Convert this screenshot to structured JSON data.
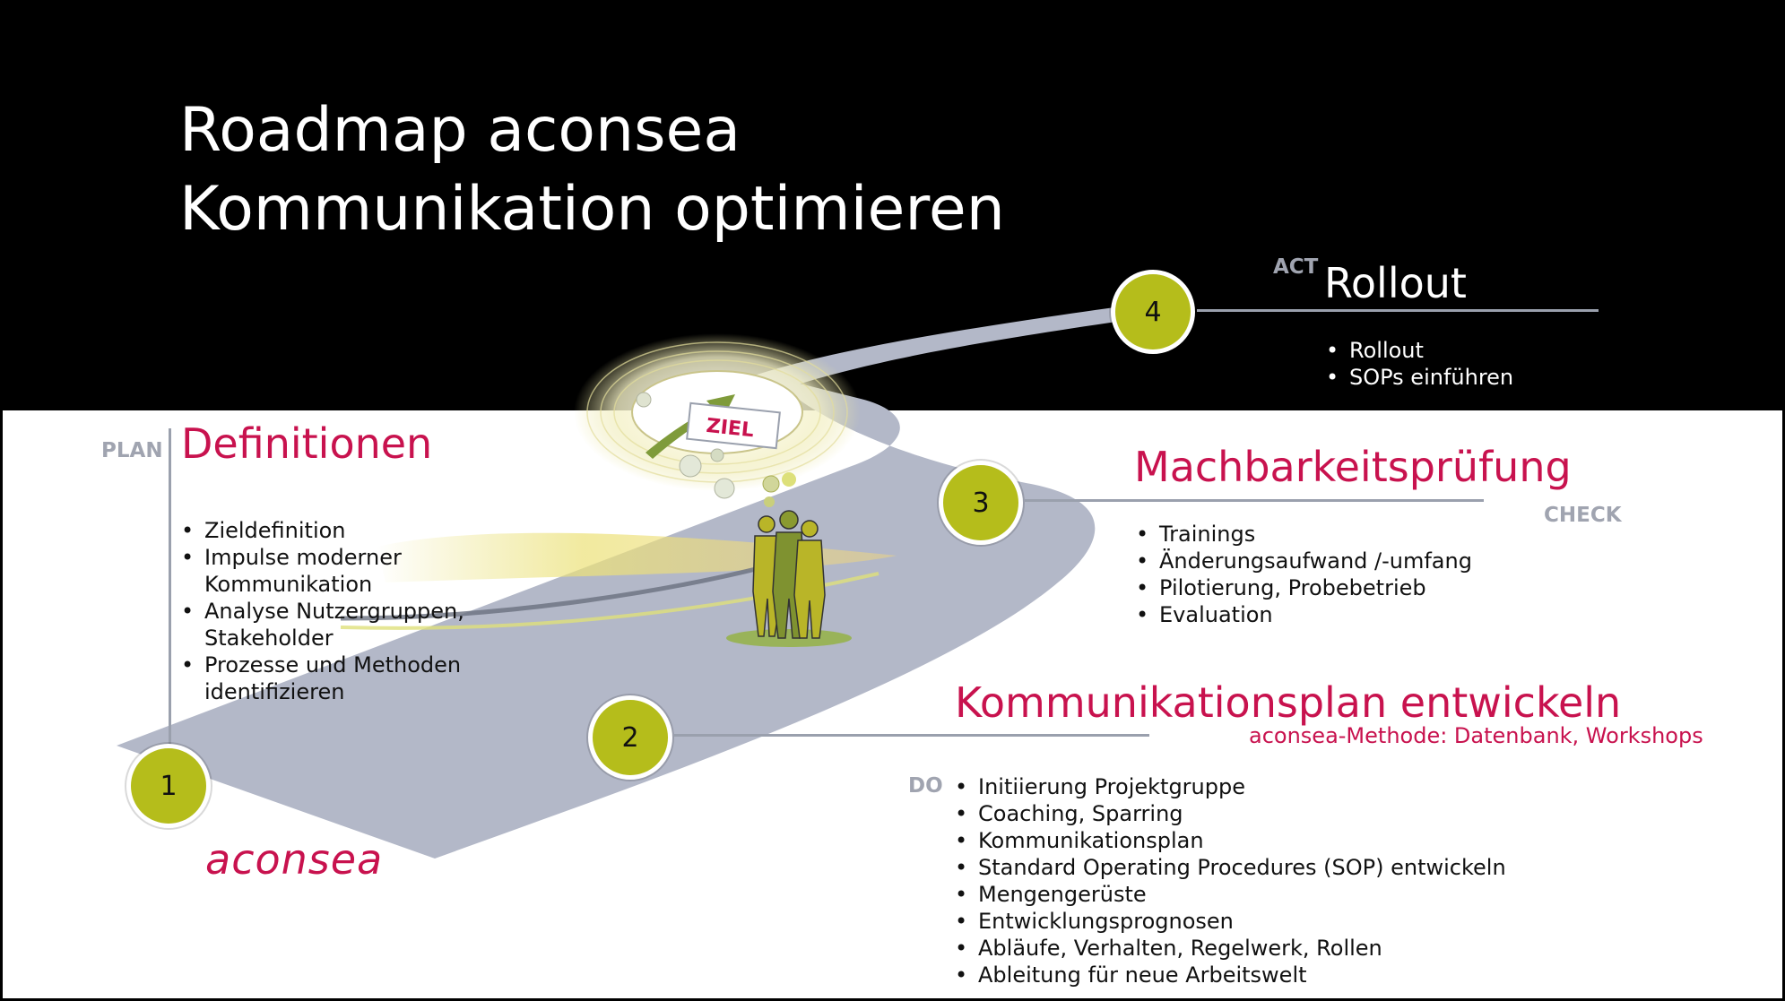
{
  "title": {
    "line1": "Roadmap aconsea",
    "line2": "Kommunikation optimieren"
  },
  "colors": {
    "accent": "#c8124e",
    "node": "#b5bd1b",
    "road": "#b3b8c8",
    "tag": "#a0a4b0",
    "band": "#000000"
  },
  "sign": "ZIEL",
  "steps": [
    {
      "number": "1",
      "tag": "PLAN",
      "heading": "Definitionen",
      "items": [
        "Zieldefinition",
        "Impulse moderner Kommunikation",
        "Analyse Nutzergruppen, Stakeholder",
        "Prozesse und Methoden identifizieren"
      ]
    },
    {
      "number": "2",
      "tag": "DO",
      "heading": "Kommunikationsplan entwickeln",
      "subheading": "aconsea-Methode: Datenbank, Workshops",
      "items": [
        "Initiierung Projektgruppe",
        "Coaching, Sparring",
        "Kommunikationsplan",
        "Standard Operating Procedures (SOP) entwickeln",
        "Mengengerüste",
        "Entwicklungsprognosen",
        "Abläufe, Verhalten, Regelwerk, Rollen",
        "Ableitung für neue Arbeitswelt"
      ]
    },
    {
      "number": "3",
      "tag": "CHECK",
      "heading": "Machbarkeitsprüfung",
      "items": [
        "Trainings",
        "Änderungsaufwand /-umfang",
        "Pilotierung, Probebetrieb",
        "Evaluation"
      ]
    },
    {
      "number": "4",
      "tag": "ACT",
      "heading": "Rollout",
      "items": [
        "Rollout",
        "SOPs einführen"
      ]
    }
  ],
  "logo": "aconsea"
}
